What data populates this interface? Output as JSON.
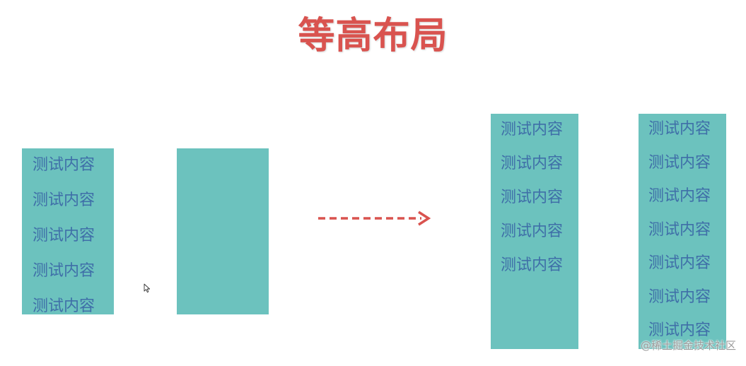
{
  "title": "等高布局",
  "colors": {
    "title": "#d9534f",
    "box_fill": "#6cc2be",
    "box_text": "#3f6fa8",
    "arrow": "#d9534f"
  },
  "before": {
    "left_column": {
      "lines": [
        "测试内容",
        "测试内容",
        "测试内容",
        "测试内容",
        "测试内容"
      ]
    },
    "right_column": {
      "lines": []
    }
  },
  "after": {
    "left_column": {
      "lines": [
        "测试内容",
        "测试内容",
        "测试内容",
        "测试内容",
        "测试内容"
      ]
    },
    "right_column": {
      "lines": [
        "测试内容",
        "测试内容",
        "测试内容",
        "测试内容",
        "测试内容",
        "测试内容",
        "测试内容"
      ]
    }
  },
  "arrow_icon": "dashed-right-arrow-icon",
  "cursor_icon": "mouse-pointer-icon",
  "watermark": "@稀土掘金技术社区"
}
